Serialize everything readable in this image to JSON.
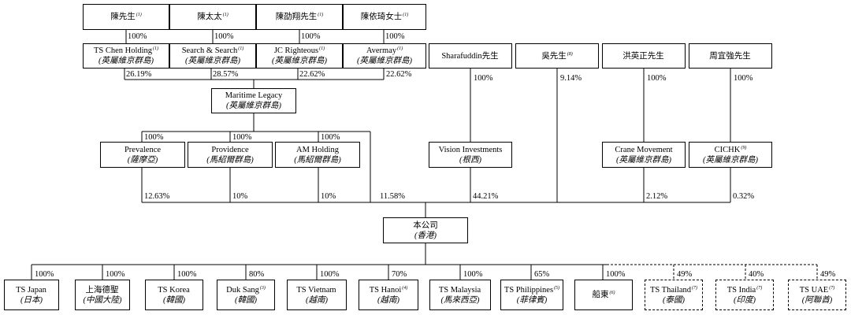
{
  "individuals": [
    {
      "name": "陳先生",
      "note": "(1)"
    },
    {
      "name": "陳太太",
      "note": "(1)"
    },
    {
      "name": "陳劭翔先生",
      "note": "(1)"
    },
    {
      "name": "陳依琦女士",
      "note": "(1)"
    }
  ],
  "individual_pct": [
    "100%",
    "100%",
    "100%",
    "100%"
  ],
  "holdcos": [
    {
      "name": "TS Chen Holding",
      "note": "(1)",
      "place": "(英屬維京群島)"
    },
    {
      "name": "Search & Search",
      "note": "(1)",
      "place": "(英屬維京群島)"
    },
    {
      "name": "JC Righteous",
      "note": "(1)",
      "place": "(英屬維京群島)"
    },
    {
      "name": "Avermay",
      "note": "(1)",
      "place": "(英屬維京群島)"
    }
  ],
  "holdco_pct": [
    "26.19%",
    "28.57%",
    "22.62%",
    "22.62%"
  ],
  "maritime": {
    "name": "Maritime Legacy",
    "place": "(英屬維京群島)"
  },
  "maritime_pct": [
    "100%",
    "100%",
    "100%"
  ],
  "mid_entities": [
    {
      "name": "Prevalence",
      "place": "(薩摩亞)"
    },
    {
      "name": "Providence",
      "place": "(馬紹爾群島)"
    },
    {
      "name": "AM Holding",
      "place": "(馬紹爾群島)"
    }
  ],
  "other_shareholders": [
    {
      "name": "Sharafuddin先生",
      "note": ""
    },
    {
      "name": "吳先生",
      "note": "(8)"
    },
    {
      "name": "洪英正先生",
      "note": ""
    },
    {
      "name": "周宜強先生",
      "note": ""
    }
  ],
  "other_pct": [
    "100%",
    "9.14%",
    "100%",
    "100%"
  ],
  "right_entities": [
    {
      "name": "Vision Investments",
      "note": "",
      "place": "(根西)"
    },
    {
      "name": "Crane Movement",
      "note": "",
      "place": "(英屬維京群島)"
    },
    {
      "name": "CICHK",
      "note": "(9)",
      "place": "(英屬維京群島)"
    }
  ],
  "company_pct": {
    "prevalence": "12.63%",
    "providence": "10%",
    "am_holding": "10%",
    "maritime": "11.58%",
    "vision": "44.21%",
    "crane": "2.12%",
    "cichk": "0.32%"
  },
  "company": {
    "name": "本公司",
    "place": "(香港)"
  },
  "subsidiaries": [
    {
      "name": "TS Japan",
      "note": "",
      "place": "(日本)",
      "pct": "100%",
      "dashed": false
    },
    {
      "name": "上海德聖",
      "note": "",
      "place": "(中國大陸)",
      "pct": "100%",
      "dashed": false
    },
    {
      "name": "TS Korea",
      "note": "",
      "place": "(韓國)",
      "pct": "100%",
      "dashed": false
    },
    {
      "name": "Duk Sang",
      "note": "(3)",
      "place": "(韓國)",
      "pct": "80%",
      "dashed": false
    },
    {
      "name": "TS Vietnam",
      "note": "",
      "place": "(越南)",
      "pct": "100%",
      "dashed": false
    },
    {
      "name": "TS Hanoi",
      "note": "(4)",
      "place": "(越南)",
      "pct": "70%",
      "dashed": false
    },
    {
      "name": "TS Malaysia",
      "note": "",
      "place": "(馬來西亞)",
      "pct": "100%",
      "dashed": false
    },
    {
      "name": "TS Philippines",
      "note": "(5)",
      "place": "(菲律賓)",
      "pct": "65%",
      "dashed": false
    },
    {
      "name": "船東",
      "note": "(6)",
      "place": "",
      "pct": "100%",
      "dashed": false
    },
    {
      "name": "TS Thailand",
      "note": "(7)",
      "place": "(泰國)",
      "pct": "49%",
      "dashed": true
    },
    {
      "name": "TS India",
      "note": "(7)",
      "place": "(印度)",
      "pct": "40%",
      "dashed": true
    },
    {
      "name": "TS UAE",
      "note": "(7)",
      "place": "(阿聯酋)",
      "pct": "49%",
      "dashed": true
    }
  ]
}
